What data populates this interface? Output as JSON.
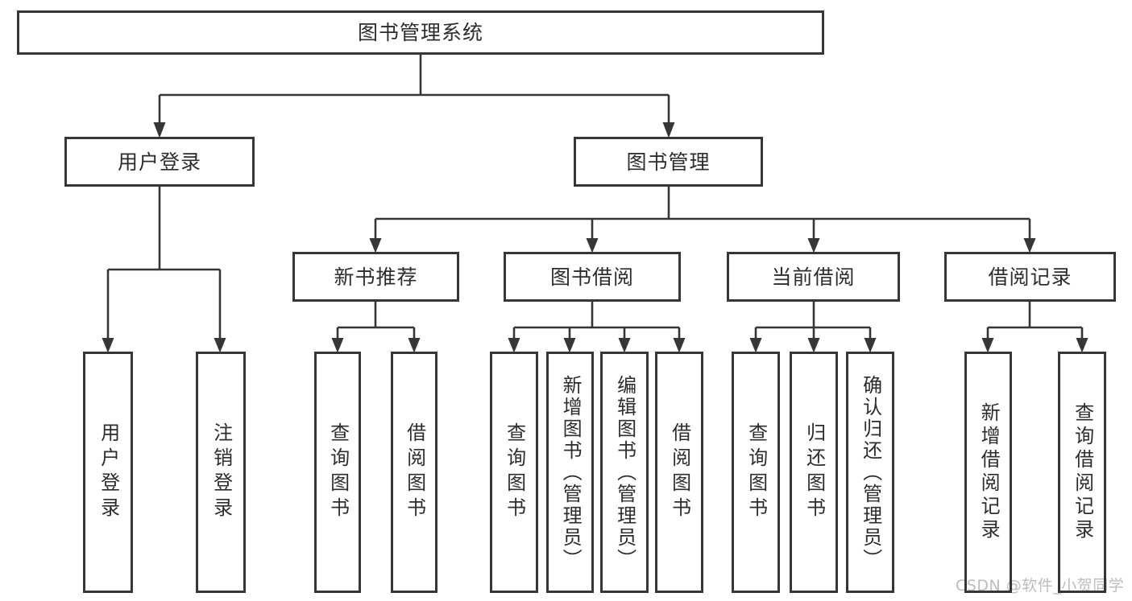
{
  "colors": {
    "background": "#ffffff",
    "box_border": "#363636",
    "text": "#2d2d2d",
    "watermark": "#bdbdbd"
  },
  "tree": {
    "root": {
      "label": "图书管理系统"
    },
    "children": [
      {
        "label": "用户登录",
        "children": [
          {
            "label": "用户登录"
          },
          {
            "label": "注销登录"
          }
        ]
      },
      {
        "label": "图书管理",
        "children": [
          {
            "label": "新书推荐",
            "children": [
              {
                "label": "查询图书"
              },
              {
                "label": "借阅图书"
              }
            ]
          },
          {
            "label": "图书借阅",
            "children": [
              {
                "label": "查询图书"
              },
              {
                "label": "新增图书（管理员）"
              },
              {
                "label": "编辑图书（管理员）"
              },
              {
                "label": "借阅图书"
              }
            ]
          },
          {
            "label": "当前借阅",
            "children": [
              {
                "label": "查询图书"
              },
              {
                "label": "归还图书"
              },
              {
                "label": "确认归还（管理员）"
              }
            ]
          },
          {
            "label": "借阅记录",
            "children": [
              {
                "label": "新增借阅记录"
              },
              {
                "label": "查询借阅记录"
              }
            ]
          }
        ]
      }
    ]
  },
  "watermark": {
    "text": "CSDN @软件_小贺同学"
  }
}
